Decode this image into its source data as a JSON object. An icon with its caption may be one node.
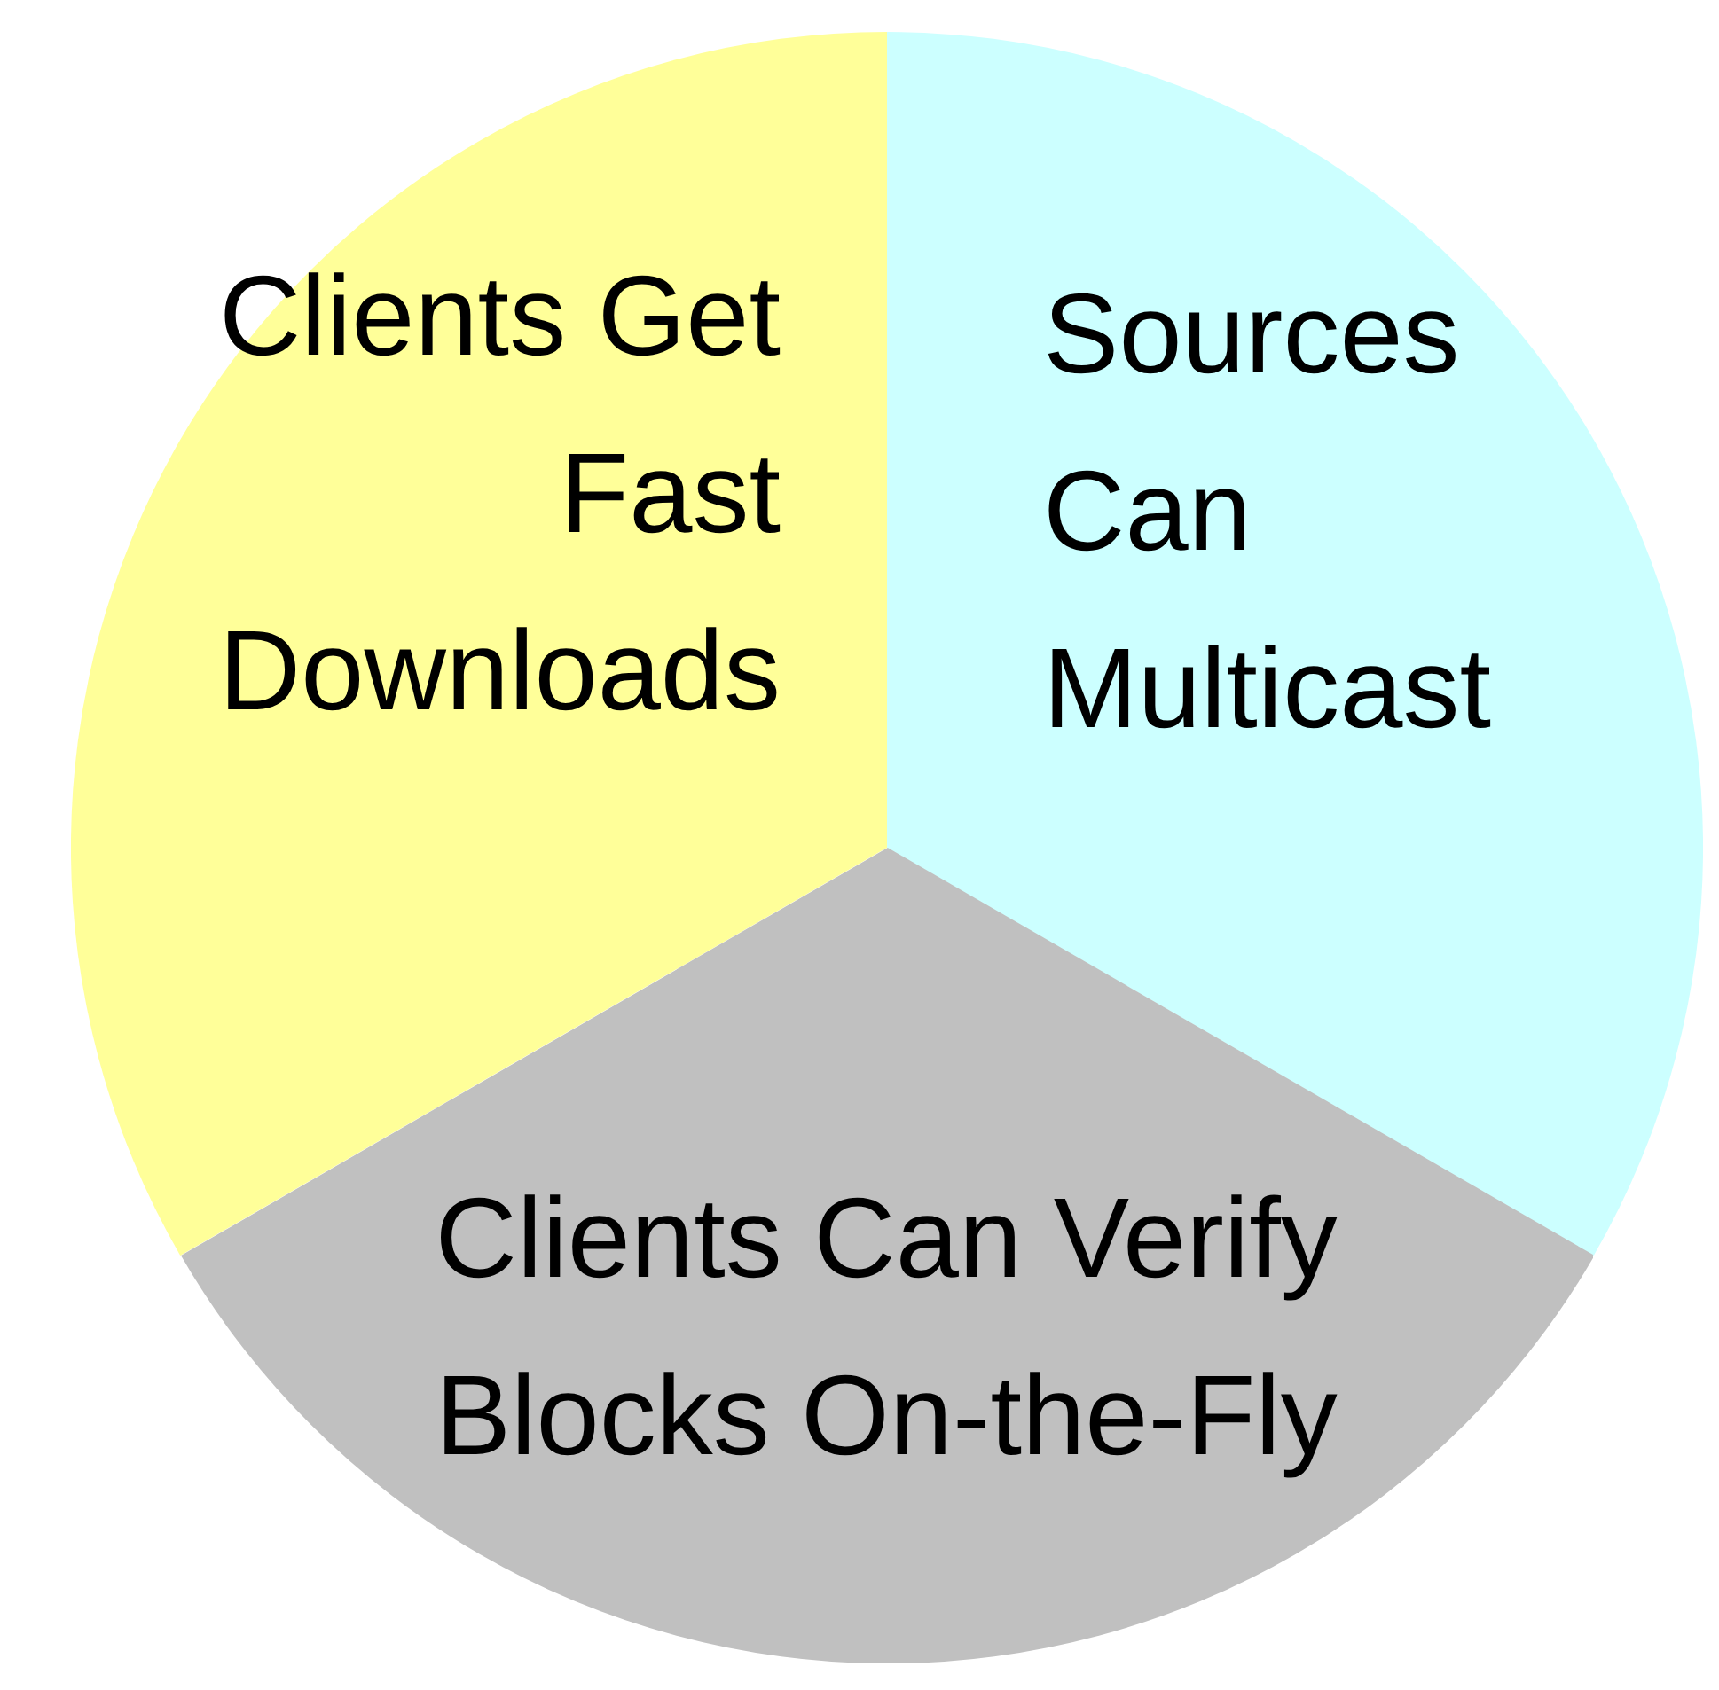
{
  "diagram": {
    "nodes": [
      {
        "text": [
          "Clients Get Fast Downloads"
        ]
      },
      {
        "text": [
          "Sources Can Multicast"
        ]
      },
      {
        "text": [
          "Clients Can Verify Blocks On-the-Fly"
        ]
      }
    ]
  }
}
